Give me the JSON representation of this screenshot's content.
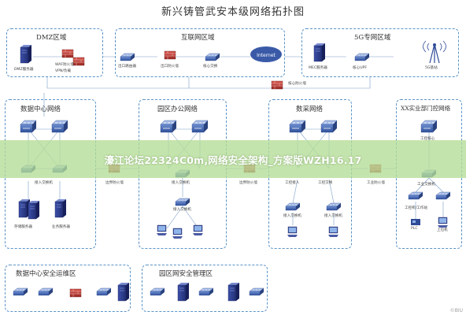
{
  "title": "新兴铸管武安本级网络拓扑图",
  "zones": {
    "dmz": "DMZ区域",
    "interconnect": "互联网区域",
    "g5": "5G专网区域",
    "datacenter": "数据中心网络",
    "office": "园区办公网络",
    "production": "数采网络",
    "industrial": "XX实业部门控网络",
    "dc_ops": "数据中心安全运维区",
    "campus_mgmt": "园区网安全管理区"
  },
  "nodes": {
    "dmz_server": "DMZ服务器",
    "dmz_fw": "WAF防火墙",
    "dmz_fw2": "VPN/负载",
    "inet_router": "出口路由器",
    "inet_fw": "出口防火墙",
    "inet_router2": "核心交换",
    "internet": "Internet",
    "g5_server": "MEC服务器",
    "g5_router": "核心UPF",
    "g5_antenna": "5G基站",
    "core_fw": "核心防火墙",
    "dc_access": "接入交换机",
    "dc_storage": "存储服务器",
    "dc_biz": "业务服务器",
    "dc_fw": "边界防火墙",
    "office_access": "接入交换机",
    "office_sub": "接入交换机",
    "prod_fw": "边界防火墙",
    "prod_access1": "工控接入",
    "prod_access2": "工控交换",
    "prod_sw1": "接入交换机",
    "prod_sw2": "接入交换机",
    "ind_fw": "工业防火墙",
    "ind_core": "工控核心",
    "ind_sw": "工业交换机",
    "ind_ws": "工控机/工作站",
    "ind_plc": "PLC",
    "ind_host": "上位机"
  },
  "banner": "濠江论坛22324C0m,网络安全架构_方案版WZH16.17",
  "watermark": "©BIU"
}
